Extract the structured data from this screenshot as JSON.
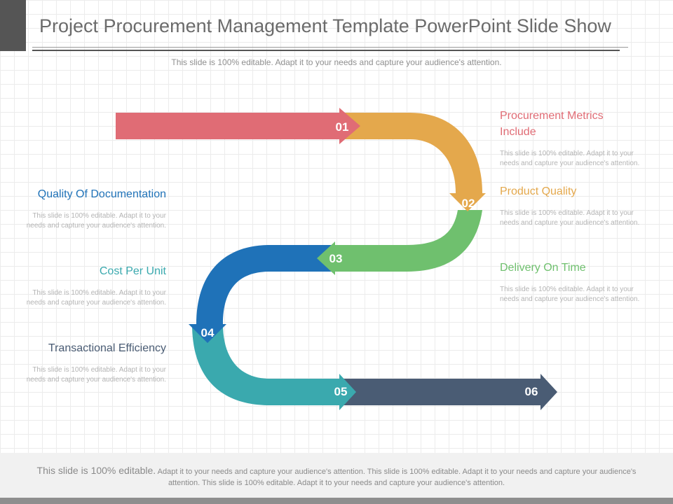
{
  "header": {
    "title": "Project Procurement Management Template PowerPoint Slide Show",
    "subtitle": "This slide is 100% editable. Adapt it to your needs and capture your audience's attention."
  },
  "colors": {
    "step1": "#e06c75",
    "step2": "#e4a84c",
    "step3": "#6fc06e",
    "step4": "#1f72b8",
    "step5": "#3aa9ae",
    "step6": "#4a5c74"
  },
  "steps": [
    {
      "num": "01"
    },
    {
      "num": "02"
    },
    {
      "num": "03"
    },
    {
      "num": "04"
    },
    {
      "num": "05"
    },
    {
      "num": "06"
    }
  ],
  "right_items": [
    {
      "title": "Procurement Metrics Include",
      "desc": "This slide is 100% editable. Adapt it to your needs and capture your audience's attention.",
      "color": "#e06c75"
    },
    {
      "title": "Product Quality",
      "desc": "This slide is 100% editable. Adapt it to your needs and capture your audience's attention.",
      "color": "#e4a84c"
    },
    {
      "title": "Delivery On Time",
      "desc": "This slide is 100% editable. Adapt it to your needs and capture your audience's attention.",
      "color": "#6fc06e"
    }
  ],
  "left_items": [
    {
      "title": "Quality Of Documentation",
      "desc": "This slide is 100% editable. Adapt it to your needs and capture your audience's attention.",
      "color": "#1f72b8"
    },
    {
      "title": "Cost Per Unit",
      "desc": "This slide is 100% editable. Adapt it to your needs and capture your audience's attention.",
      "color": "#3aa9ae"
    },
    {
      "title": "Transactional Efficiency",
      "desc": "This slide is 100% editable. Adapt it to your needs and capture your audience's attention.",
      "color": "#4a5c74"
    }
  ],
  "footer": {
    "lead": "This slide is 100% editable.",
    "text": "Adapt it to your needs and capture your audience's attention. This slide is 100% editable. Adapt it to your needs and capture your audience's attention. This slide is 100% editable. Adapt it to your needs and capture your audience's attention."
  }
}
